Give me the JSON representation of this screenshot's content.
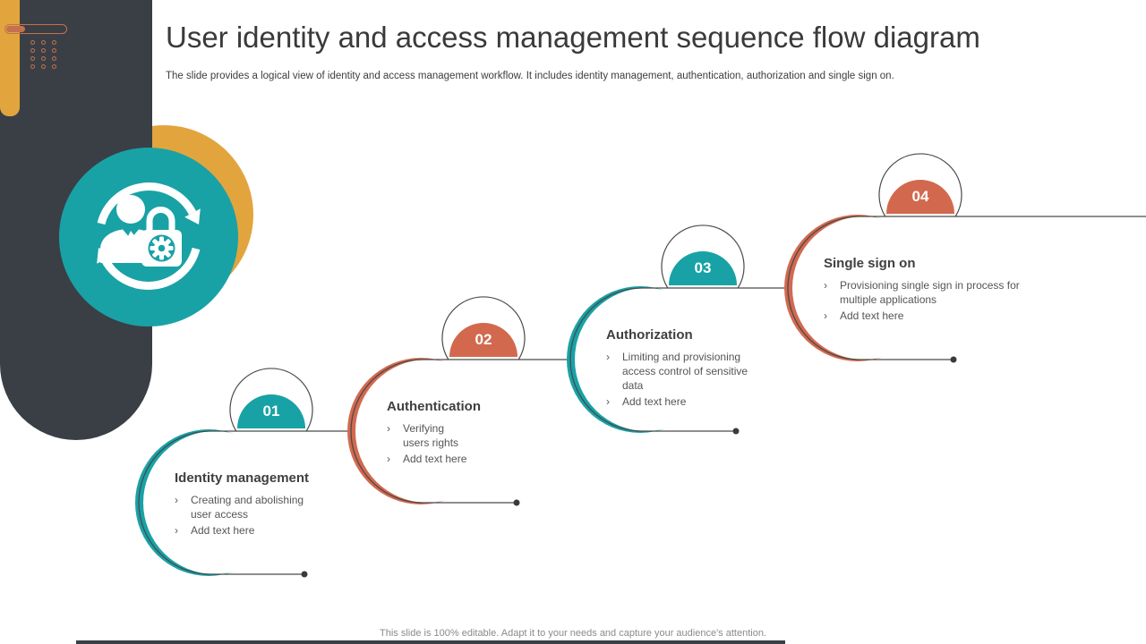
{
  "slide": {
    "title": "User identity and access management sequence flow diagram",
    "subtitle": "The slide provides a logical view of identity and access management workflow. It includes identity management, authentication, authorization and single sign on.",
    "footer": "This slide is 100% editable. Adapt it to your needs and capture your audience's attention.",
    "bullet_marker": "›"
  },
  "colors": {
    "teal": "#18A2A6",
    "coral": "#D2694F",
    "charcoal": "#3A3F46",
    "mustard": "#E2A53E",
    "terracotta": "#C4714D"
  },
  "icon": {
    "name": "user-identity-access-cycle-icon"
  },
  "steps": [
    {
      "number": "01",
      "color_key": "teal",
      "title": "Identity management",
      "bullets": [
        "Creating and abolishing user access",
        "Add text here"
      ]
    },
    {
      "number": "02",
      "color_key": "coral",
      "title": "Authentication",
      "bullets": [
        "Verifying users rights",
        "Add text here"
      ]
    },
    {
      "number": "03",
      "color_key": "teal",
      "title": "Authorization",
      "bullets": [
        "Limiting and provisioning access control of sensitive data",
        "Add text here"
      ]
    },
    {
      "number": "04",
      "color_key": "coral",
      "title": "Single sign on",
      "bullets": [
        "Provisioning single sign in process for multiple applications",
        "Add text here"
      ]
    }
  ]
}
